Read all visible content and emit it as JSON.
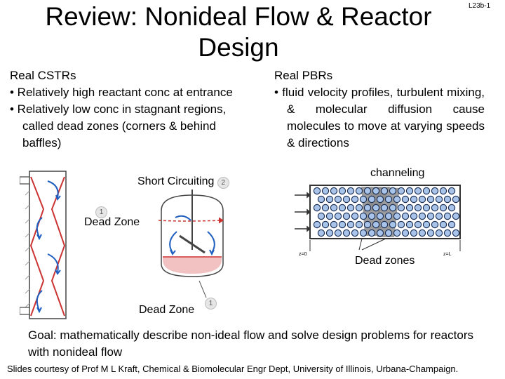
{
  "slide": {
    "id": "L23b-1",
    "title": "Review: Nonideal Flow & Reactor Design"
  },
  "left": {
    "heading": "Real CSTRs",
    "bullets": [
      "• Relatively high reactant conc at entrance",
      "• Relatively low conc in stagnant regions, called dead zones (corners & behind baffles)"
    ]
  },
  "right": {
    "heading": "Real PBRs",
    "bullets": [
      "• fluid velocity profiles, turbulent mixing, & molecular diffusion cause molecules to move at varying speeds & directions"
    ]
  },
  "figure_labels": {
    "short_circuiting": "Short Circuiting",
    "short_circuiting_badge": "2",
    "dead_zone_upper": "Dead Zone",
    "dead_zone_upper_badge": "1",
    "dead_zone_lower": "Dead Zone",
    "dead_zone_lower_badge": "1",
    "channeling": "channeling",
    "dead_zones": "Dead zones",
    "z0": "z=0",
    "zL": "z=L"
  },
  "goal": "Goal: mathematically describe non-ideal flow and solve design problems for reactors with nonideal flow",
  "credit": "Slides courtesy of Prof M L Kraft, Chemical & Biomolecular Engr Dept, University of Illinois, Urbana-Champaign.",
  "colors": {
    "reactor_wall": "#cc3333",
    "flow_arrow": "#1f5fbf",
    "packing_fill": "#a9c4ea",
    "dead_zone_fill": "#8c8c8c"
  }
}
